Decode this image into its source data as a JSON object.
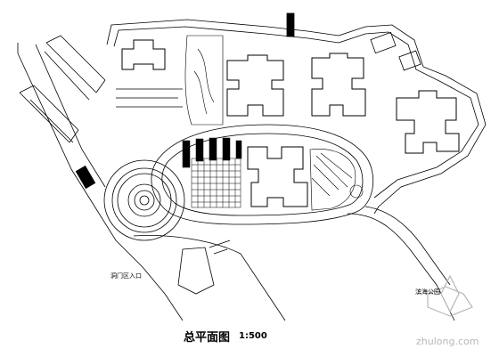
{
  "drawing": {
    "title": "总平面图",
    "scale": "1:500",
    "label_entrance_left": "洞门区入口",
    "label_entrance_right": "滨海公园"
  },
  "watermark": {
    "text": "zhulong.com",
    "icon": "zhulong-logo-icon",
    "color": "#b8b8b8"
  },
  "colors": {
    "line": "#000000",
    "background": "#ffffff"
  }
}
